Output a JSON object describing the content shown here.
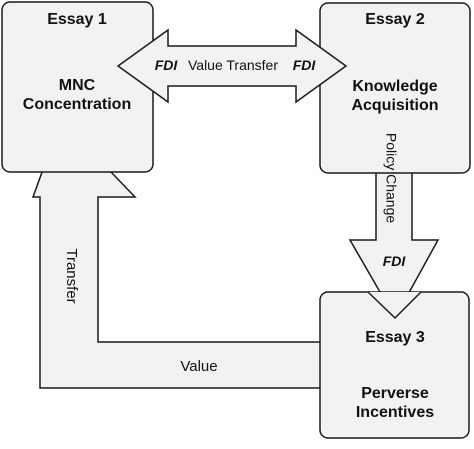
{
  "essay1": {
    "heading": "Essay 1",
    "line1": "MNC",
    "line2": "Concentration"
  },
  "essay2": {
    "heading": "Essay 2",
    "line1": "Knowledge",
    "line2": "Acquisition"
  },
  "essay3": {
    "heading": "Essay 3",
    "line1": "Perverse",
    "line2": "Incentives"
  },
  "top_arrow": {
    "left_label": "FDI",
    "center_label": "Value Transfer",
    "right_label": "FDI"
  },
  "right_arrow": {
    "side_label": "Policy Change",
    "head_label": "FDI"
  },
  "return_arrow": {
    "bottom_label": "Value",
    "side_label": "Transfer"
  }
}
